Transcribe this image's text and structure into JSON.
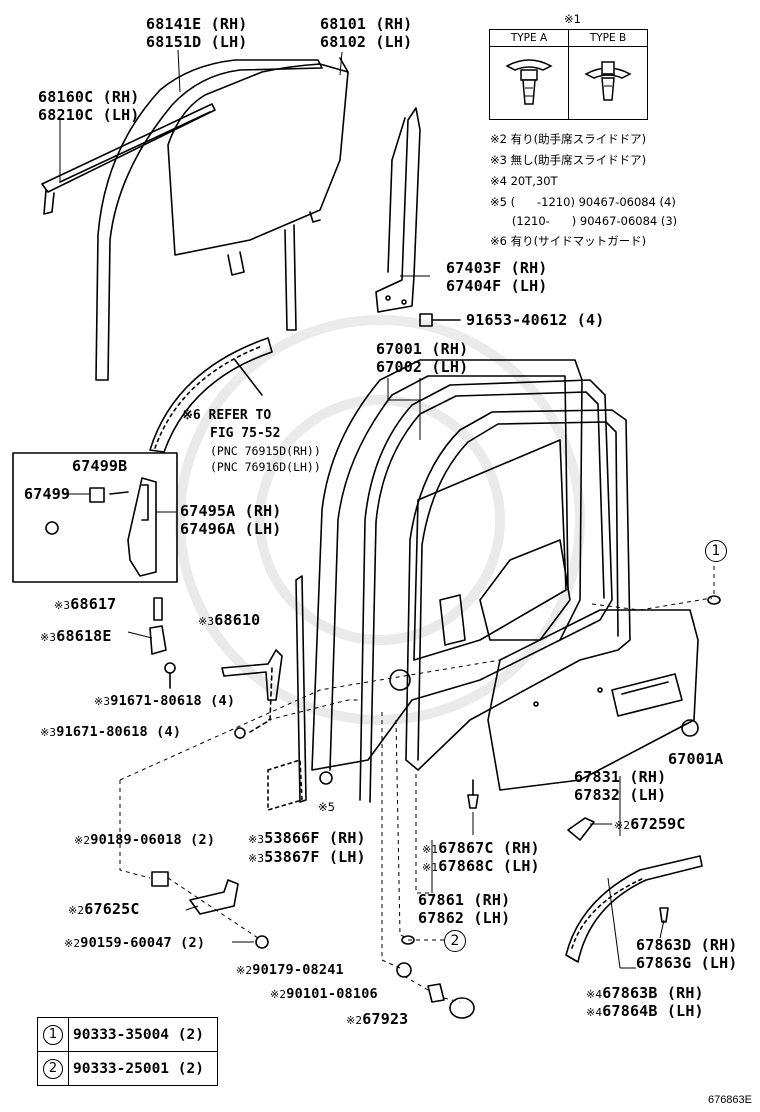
{
  "type_table": {
    "note_mark": "※1",
    "type_a": "TYPE A",
    "type_b": "TYPE B"
  },
  "notes": [
    "※2 有り(助手席スライドドア)",
    "※3 無し(助手席スライドドア)",
    "※4 20T,30T",
    "※5 (      -1210) 90467-06084 (4)",
    "      (1210-      ) 90467-06084 (3)",
    "※6 有り(サイドマットガード)"
  ],
  "labels": {
    "p68141e": "68141E (RH)",
    "p68151d": "68151D (LH)",
    "p68101": "68101 (RH)",
    "p68102": "68102 (LH)",
    "p68160c": "68160C (RH)",
    "p68210c": "68210C (LH)",
    "p67403f": "67403F (RH)",
    "p67404f": "67404F (LH)",
    "p91653": "91653-40612 (4)",
    "p67001": "67001 (RH)",
    "p67002": "67002 (LH)",
    "p67499b": "67499B",
    "p67499": "67499",
    "p67495a": "67495A (RH)",
    "p67496a": "67496A (LH)",
    "p68617": "68617",
    "p68618e": "68618E",
    "p68610": "68610",
    "p91671a": "91671-80618 (4)",
    "p91671b": "91671-80618 (4)",
    "p67001a": "67001A",
    "p67831": "67831 (RH)",
    "p67832": "67832 (LH)",
    "p53866f": "53866F (RH)",
    "p53867f": "53867F (LH)",
    "p90189": "90189-06018 (2)",
    "p67259c": "67259C",
    "p67867c": "67867C (RH)",
    "p67868c": "67868C (LH)",
    "p67625c": "67625C",
    "p67861": "67861 (RH)",
    "p67862": "67862 (LH)",
    "p90159": "90159-60047 (2)",
    "p67863d": "67863D (RH)",
    "p67863g": "67863G (LH)",
    "p90179": "90179-08241",
    "p90101": "90101-08106",
    "p67863b": "67863B (RH)",
    "p67864b": "67864B (LH)",
    "p67923": "67923"
  },
  "marks": {
    "m3": "※3",
    "m2": "※2",
    "m4": "※4",
    "m1": "※1",
    "m5": "※5"
  },
  "refer": {
    "line1": "※6 REFER TO",
    "line2": "FIG 75-52",
    "line3": "(PNC 76915D(RH))",
    "line4": "(PNC 76916D(LH))"
  },
  "callouts": {
    "one": "1",
    "two": "2"
  },
  "legend": [
    {
      "num": "1",
      "part": "90333-35004 (2)"
    },
    {
      "num": "2",
      "part": "90333-25001 (2)"
    }
  ],
  "figure_code": "676863E"
}
